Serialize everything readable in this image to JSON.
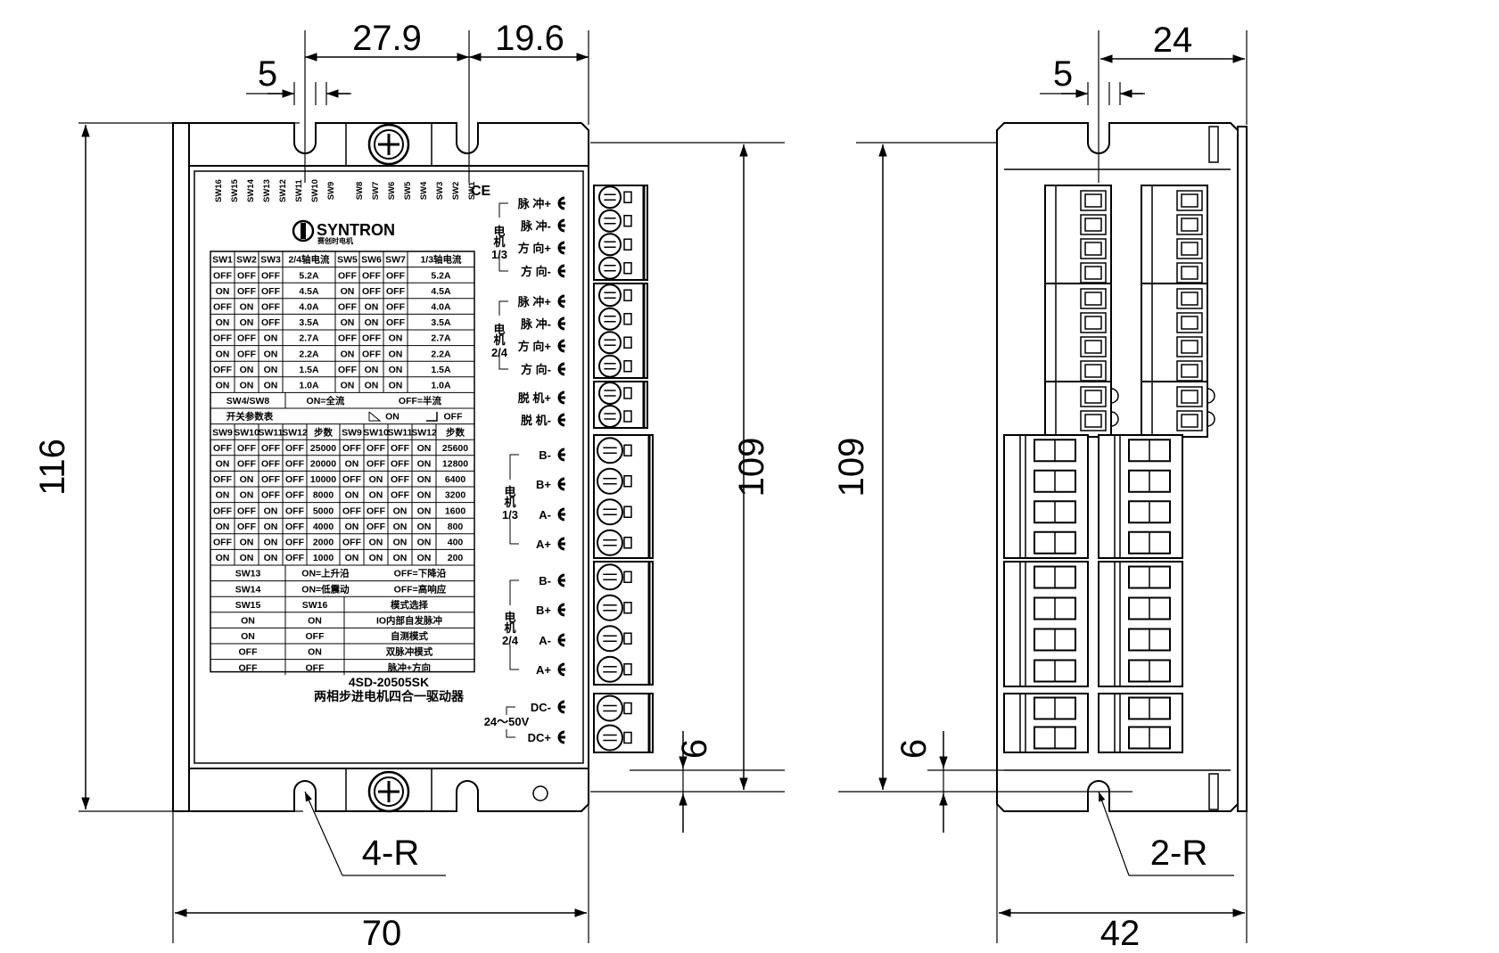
{
  "dimensions": {
    "front_slot_width": "5",
    "front_slot_span": "27.9",
    "front_right_span": "19.6",
    "front_height": "116",
    "front_inner_height": "109",
    "front_radius": "4-R",
    "front_width": "70",
    "front_bottom_offset": "6",
    "side_slot_width": "5",
    "side_top_span": "24",
    "side_height": "109",
    "side_bottom_offset": "6",
    "side_radius": "2-R",
    "side_width": "42"
  },
  "label": {
    "brand": "SYNTRON",
    "brand_sub": "赛创时电机",
    "ce_mark": "CE",
    "model": "4SD-20505SK",
    "description": "两相步进电机四合一驱动器",
    "switch_names": [
      "SW16",
      "SW15",
      "SW14",
      "SW13",
      "SW12",
      "SW11",
      "SW10",
      "SW9",
      "SW8",
      "SW7",
      "SW6",
      "SW5",
      "SW4",
      "SW3",
      "SW2",
      "SW1"
    ],
    "current_table": {
      "headers": [
        "SW1",
        "SW2",
        "SW3",
        "2/4轴电流",
        "SW5",
        "SW6",
        "SW7",
        "1/3轴电流"
      ],
      "rows": [
        [
          "OFF",
          "OFF",
          "OFF",
          "5.2A",
          "OFF",
          "OFF",
          "OFF",
          "5.2A"
        ],
        [
          "ON",
          "OFF",
          "OFF",
          "4.5A",
          "ON",
          "OFF",
          "OFF",
          "4.5A"
        ],
        [
          "OFF",
          "ON",
          "OFF",
          "4.0A",
          "OFF",
          "ON",
          "OFF",
          "4.0A"
        ],
        [
          "ON",
          "ON",
          "OFF",
          "3.5A",
          "ON",
          "ON",
          "OFF",
          "3.5A"
        ],
        [
          "OFF",
          "OFF",
          "ON",
          "2.7A",
          "OFF",
          "OFF",
          "ON",
          "2.7A"
        ],
        [
          "ON",
          "OFF",
          "ON",
          "2.2A",
          "ON",
          "OFF",
          "ON",
          "2.2A"
        ],
        [
          "OFF",
          "ON",
          "ON",
          "1.5A",
          "OFF",
          "ON",
          "ON",
          "1.5A"
        ],
        [
          "ON",
          "ON",
          "ON",
          "1.0A",
          "ON",
          "ON",
          "ON",
          "1.0A"
        ]
      ]
    },
    "sw48_row": [
      "SW4/SW8",
      "ON=全流",
      "OFF=半流"
    ],
    "switch_legend": [
      "开关参数表",
      "ON",
      "OFF"
    ],
    "step_table": {
      "headers": [
        "SW9",
        "SW10",
        "SW11",
        "SW12",
        "步数",
        "SW9",
        "SW10",
        "SW11",
        "SW12",
        "步数"
      ],
      "rows": [
        [
          "OFF",
          "OFF",
          "OFF",
          "OFF",
          "25000",
          "OFF",
          "OFF",
          "OFF",
          "ON",
          "25600"
        ],
        [
          "ON",
          "OFF",
          "OFF",
          "OFF",
          "20000",
          "ON",
          "OFF",
          "OFF",
          "ON",
          "12800"
        ],
        [
          "OFF",
          "ON",
          "OFF",
          "OFF",
          "10000",
          "OFF",
          "ON",
          "OFF",
          "ON",
          "6400"
        ],
        [
          "ON",
          "ON",
          "OFF",
          "OFF",
          "8000",
          "ON",
          "ON",
          "OFF",
          "ON",
          "3200"
        ],
        [
          "OFF",
          "OFF",
          "ON",
          "OFF",
          "5000",
          "OFF",
          "OFF",
          "ON",
          "ON",
          "1600"
        ],
        [
          "ON",
          "OFF",
          "ON",
          "OFF",
          "4000",
          "ON",
          "OFF",
          "ON",
          "ON",
          "800"
        ],
        [
          "OFF",
          "ON",
          "ON",
          "OFF",
          "2000",
          "OFF",
          "ON",
          "ON",
          "ON",
          "400"
        ],
        [
          "ON",
          "ON",
          "ON",
          "OFF",
          "1000",
          "ON",
          "ON",
          "ON",
          "ON",
          "200"
        ]
      ]
    },
    "sw13_row": [
      "SW13",
      "ON=上升沿",
      "OFF=下降沿"
    ],
    "sw14_row": [
      "SW14",
      "ON=低震动",
      "OFF=高响应"
    ],
    "mode_table": {
      "headers": [
        "SW15",
        "SW16",
        "模式选择"
      ],
      "rows": [
        [
          "ON",
          "ON",
          "IO内部自发脉冲"
        ],
        [
          "ON",
          "OFF",
          "自测模式"
        ],
        [
          "OFF",
          "ON",
          "双脉冲模式"
        ],
        [
          "OFF",
          "OFF",
          "脉冲+方向"
        ]
      ]
    }
  },
  "terminals": {
    "group_motor": "电机",
    "axis_13": "1/3",
    "axis_24": "2/4",
    "signals": [
      "脉 冲+",
      "脉 冲-",
      "方 向+",
      "方 向-"
    ],
    "enable": [
      "脱 机+",
      "脱 机-"
    ],
    "phases": [
      "B-",
      "B+",
      "A-",
      "A+"
    ],
    "power": [
      "DC-",
      "DC+"
    ],
    "voltage": "24～50V"
  },
  "colors": {
    "line": "#000000",
    "background": "#ffffff"
  }
}
